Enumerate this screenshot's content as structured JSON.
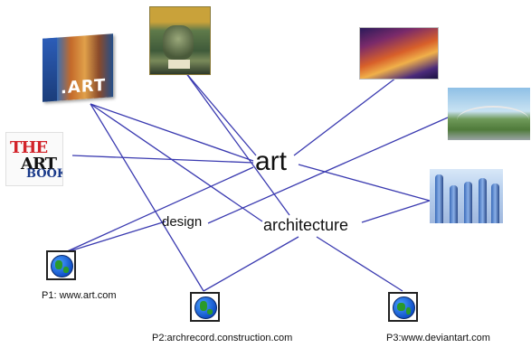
{
  "concepts": {
    "art": "art",
    "design": "design",
    "architecture": "architecture"
  },
  "pages": {
    "p1": "P1: www.art.com",
    "p2": "P2:archrecord.construction.com",
    "p3": "P3:www.deviantart.com"
  },
  "images": {
    "art_book_cover": ".ART",
    "the_art_book": {
      "line1": "THE",
      "line2": "ART",
      "line3": "BOOK"
    }
  },
  "colors": {
    "edge": "#3a3ab0",
    "label": "#111111"
  }
}
